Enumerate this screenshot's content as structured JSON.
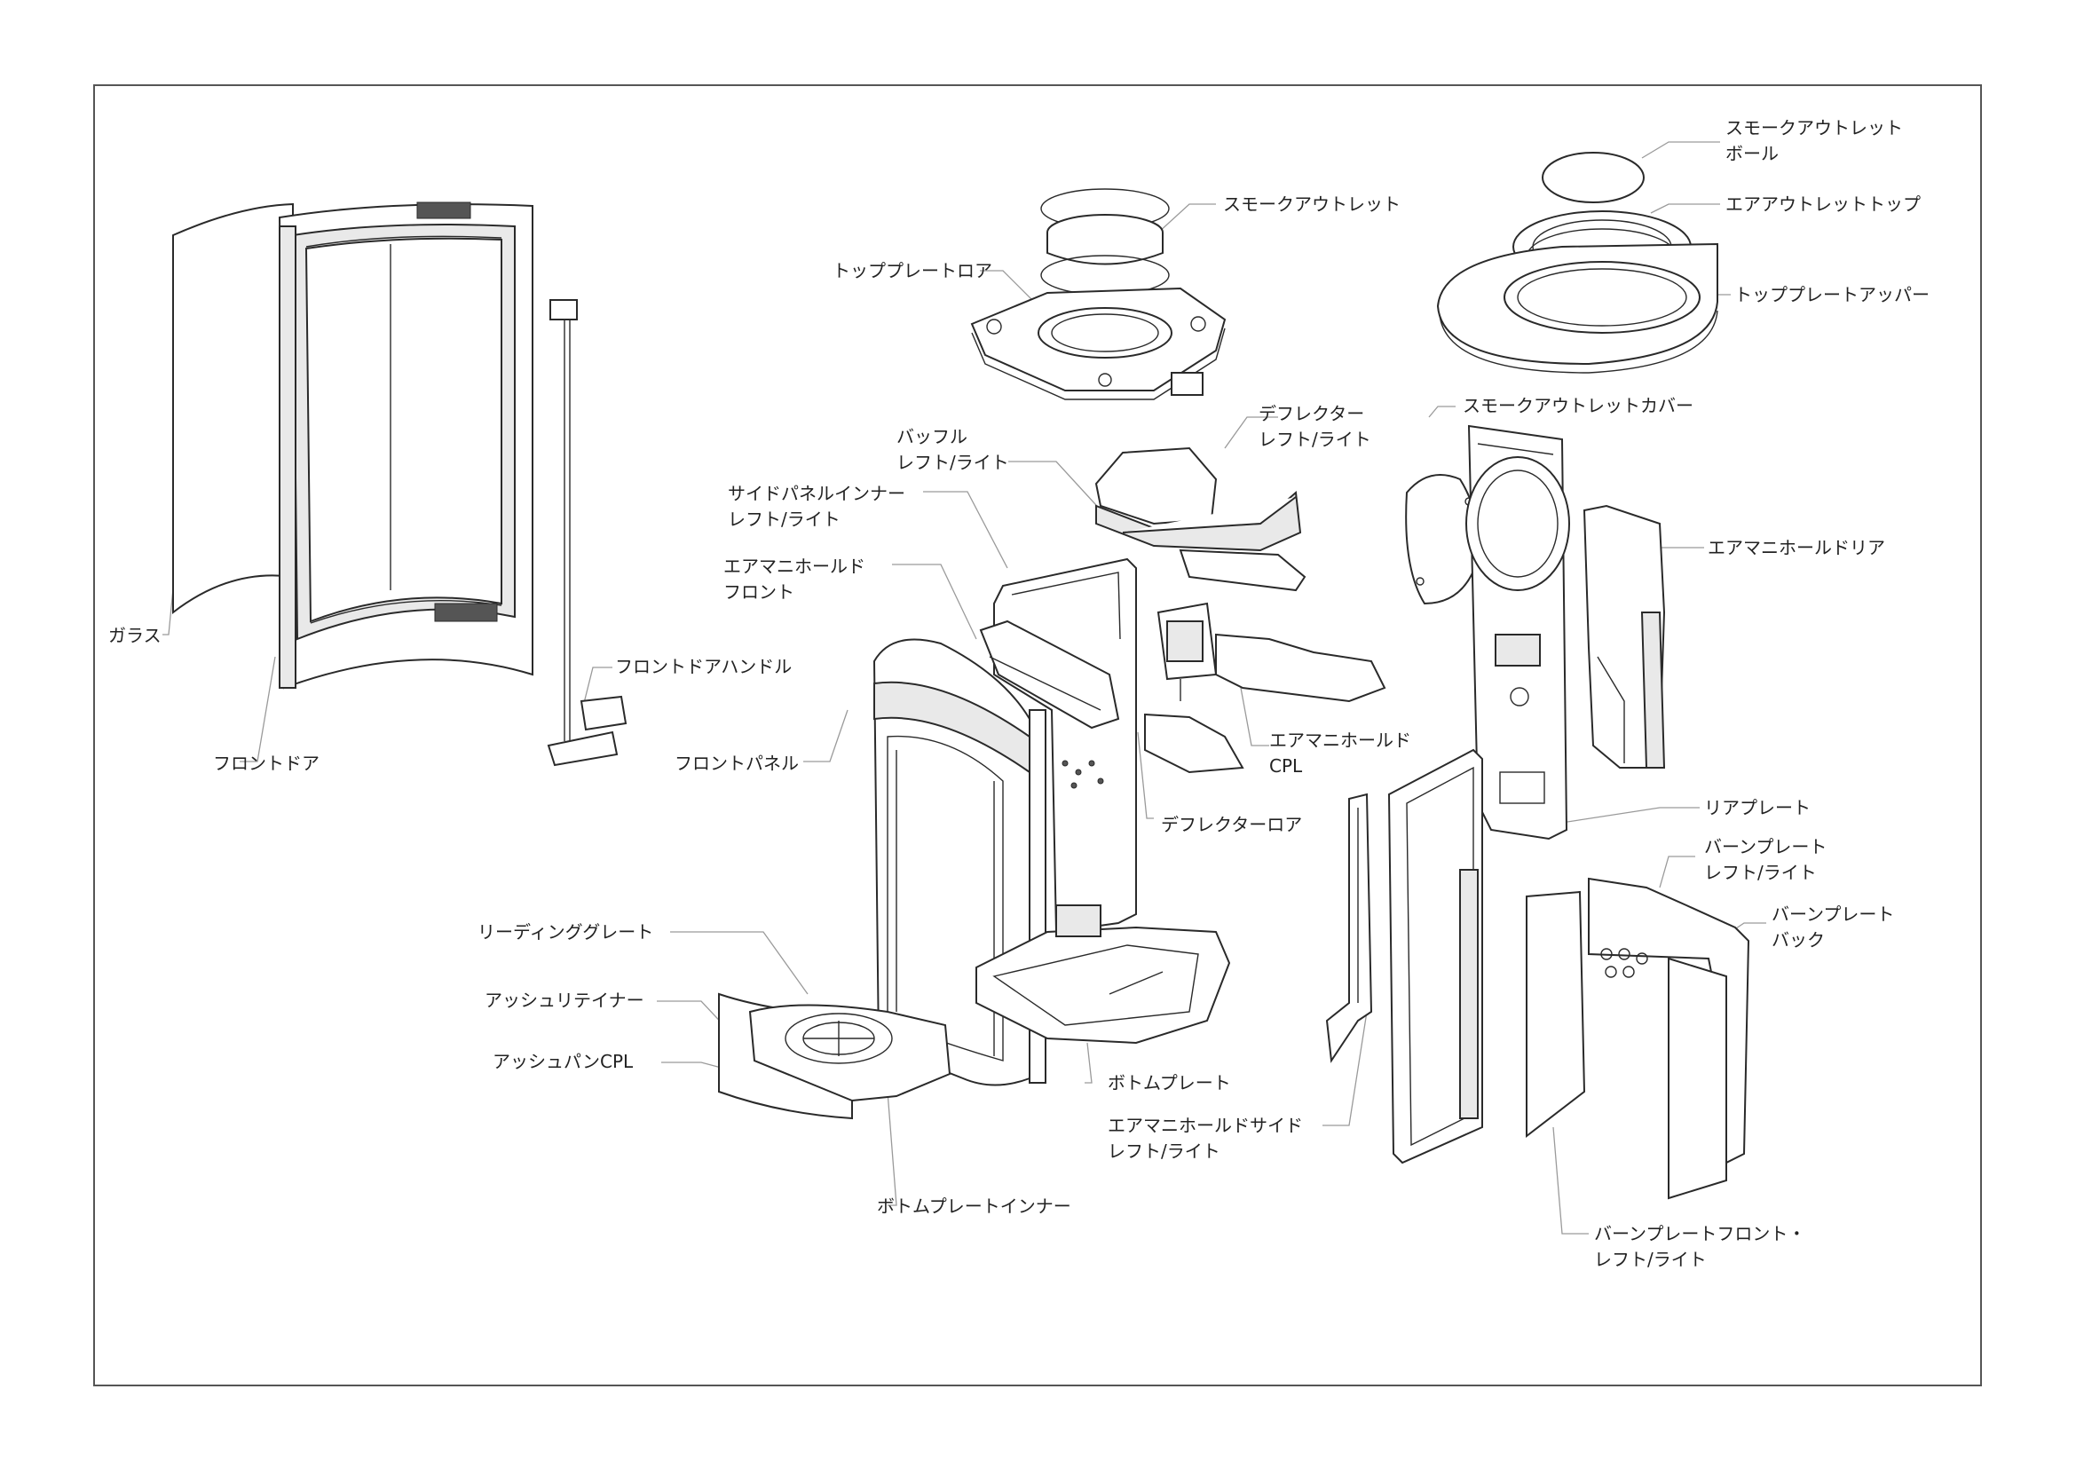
{
  "labels": {
    "garasu": [
      "ガラス"
    ],
    "front_door": [
      "フロントドア"
    ],
    "front_door_handle": [
      "フロントドアハンドル"
    ],
    "front_panel": [
      "フロントパネル"
    ],
    "top_plate_lower": [
      "トッププレートロア"
    ],
    "smoke_outlet": [
      "スモークアウトレット"
    ],
    "baffle": [
      "バッフル",
      "レフト/ライト"
    ],
    "side_panel_inner": [
      "サイドパネルインナー",
      "レフト/ライト"
    ],
    "air_manifold_front": [
      "エアマニホールド",
      "フロント"
    ],
    "deflector": [
      "デフレクター",
      "レフト/ライト"
    ],
    "air_manifold_cpl": [
      "エアマニホールド",
      "CPL"
    ],
    "deflector_lower": [
      "デフレクターロア"
    ],
    "riding_grate": [
      "リーディンググレート"
    ],
    "ash_retainer": [
      "アッシュリテイナー"
    ],
    "ash_pan_cpl": [
      "アッシュパンCPL"
    ],
    "bottom_plate": [
      "ボトムプレート"
    ],
    "bottom_plate_inner": [
      "ボトムプレートインナー"
    ],
    "air_manifold_side": [
      "エアマニホールドサイド",
      "レフト/ライト"
    ],
    "smoke_outlet_ball": [
      "スモークアウトレット",
      "ボール"
    ],
    "air_outlet_top": [
      "エアアウトレットトップ"
    ],
    "top_plate_upper": [
      "トッププレートアッパー"
    ],
    "smoke_outlet_cover": [
      "スモークアウトレットカバー"
    ],
    "air_manifold_rear": [
      "エアマニホールドリア"
    ],
    "rear_plate": [
      "リアプレート"
    ],
    "burn_plate": [
      "バーンプレート",
      "レフト/ライト"
    ],
    "burn_plate_back": [
      "バーンプレート",
      "バック"
    ],
    "burn_plate_front": [
      "バーンプレートフロント・",
      "レフト/ライト"
    ]
  }
}
